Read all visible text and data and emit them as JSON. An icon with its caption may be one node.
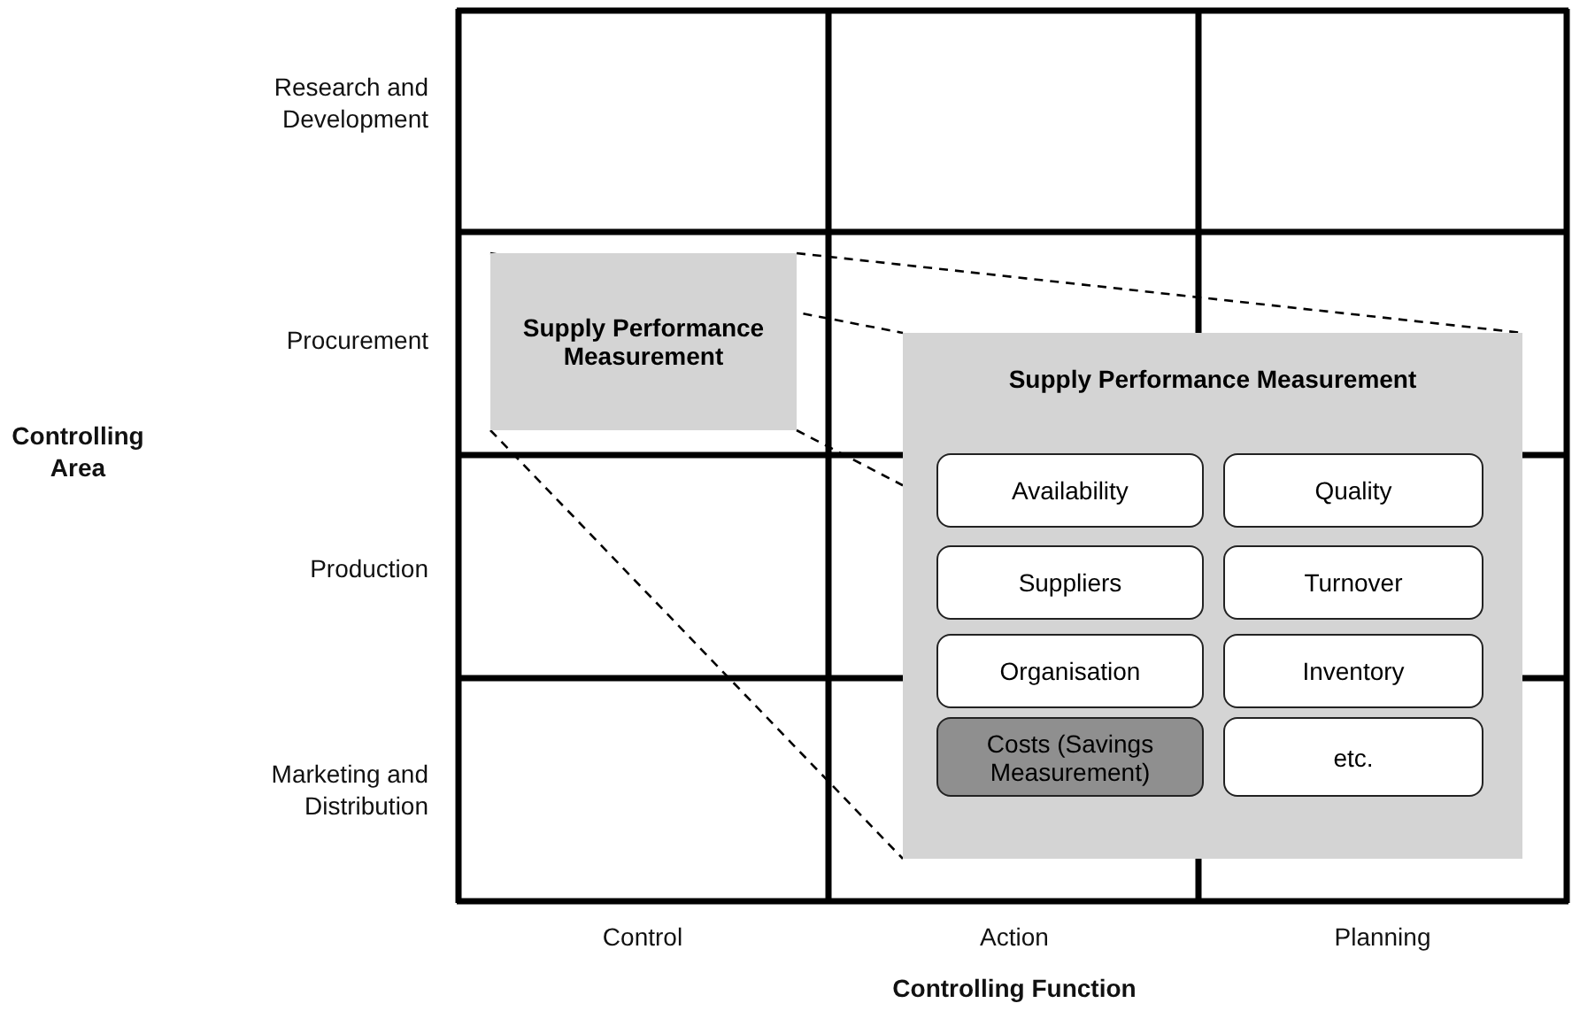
{
  "diagram": {
    "nodes": [
      {
        "text": [
          "Supply Performance Measurement"
        ]
      },
      {
        "text": [
          "Supply Performance Measurement"
        ]
      },
      {
        "text": [
          "Availability"
        ],
        "in": 1
      },
      {
        "text": [
          "Quality"
        ],
        "in": 1
      },
      {
        "text": [
          "Suppliers"
        ],
        "in": 1
      },
      {
        "text": [
          "Turnover"
        ],
        "in": 1
      },
      {
        "text": [
          "Organisation"
        ],
        "in": 1
      },
      {
        "text": [
          "Inventory"
        ],
        "in": 1
      },
      {
        "text": [
          "Costs (Savings Measurement)"
        ],
        "in": 1
      },
      {
        "text": [
          "etc."
        ],
        "in": 1
      }
    ],
    "edges": [
      {
        "from": 0,
        "to": 1,
        "arrow": "none",
        "style": "dashed"
      },
      {
        "from": 0,
        "to": 1,
        "arrow": "none",
        "style": "dashed"
      },
      {
        "from": 0,
        "to": 1,
        "arrow": "none",
        "style": "dashed"
      },
      {
        "from": 0,
        "to": 1,
        "arrow": "none",
        "style": "dashed"
      }
    ],
    "labels": [
      "Research and Development",
      "Procurement",
      "Controlling Area",
      "Production",
      "Marketing and Distribution",
      "Control",
      "Action",
      "Planning",
      "Controlling Function"
    ]
  }
}
